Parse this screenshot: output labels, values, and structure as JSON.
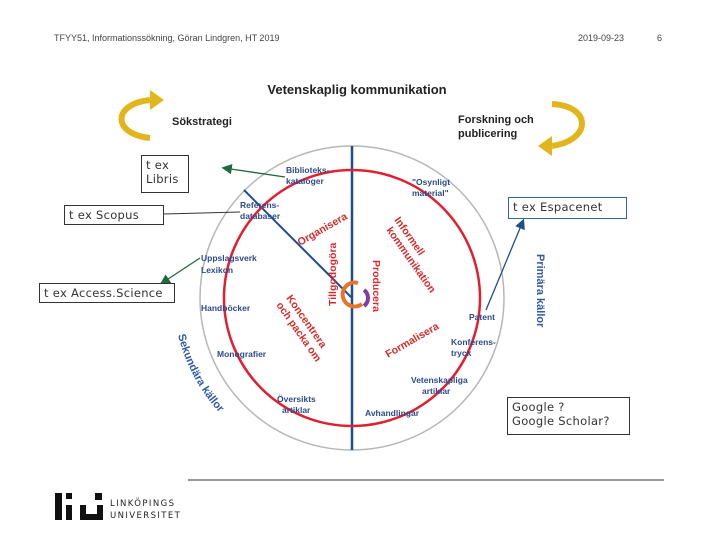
{
  "header": {
    "course": "TFYY51, Informationssökning, Göran Lindgren, HT 2019",
    "date": "2019-09-23",
    "page": "6"
  },
  "diagram": {
    "title": "Vetenskaplig kommunikation",
    "strategy_label": "Sökstrategi",
    "research_label_1": "Forskning och",
    "research_label_2": "publicering",
    "primary_sources": "Primära källor",
    "secondary_sources": "Sekundära källor",
    "process": {
      "tillgodogora": "Tillgodogöra",
      "producera": "Producera",
      "organisera": "Organisera",
      "informell_1": "Informell",
      "informell_2": "kommunikation",
      "koncentrera_1": "Koncentrera",
      "koncentrera_2": "och packa om",
      "formalisera": "Formalisera"
    },
    "items": {
      "bibliotekskataloger_1": "Biblioteks-",
      "bibliotekskataloger_2": "kataloger",
      "osynligt_1": "\"Osynligt",
      "osynligt_2": "material\"",
      "referensdatabaser_1": "Referens-",
      "referensdatabaser_2": "databaser",
      "uppslagsverk_1": "Uppslagsverk",
      "uppslagsverk_2": "Lexikon",
      "handbocker": "Handböcker",
      "patent": "Patent",
      "konferenstryck_1": "Konferens-",
      "konferenstryck_2": "tryck",
      "monografier": "Monografier",
      "oversikts_1": "Översikts",
      "oversikts_2": "artiklar",
      "vetenskapliga_1": "Vetenskapliga",
      "vetenskapliga_2": "artiklar",
      "avhandlingar": "Avhandlingar"
    },
    "colors": {
      "circle": "#e02030",
      "divider": "#1f4e8c",
      "process_text": "#d62b2b",
      "sources_text": "#2e5aa8",
      "items_text": "#2d4a8a",
      "arrow_gold": "#e3b51d",
      "arrow_green": "#1e6b3a",
      "arrow_blue": "#1e4f8c"
    }
  },
  "callouts": {
    "libris_1": "t ex",
    "libris_2": "Libris",
    "scopus": "t ex Scopus",
    "access_science": "t ex Access.Science",
    "espacenet": "t ex Espacenet",
    "google_1": "Google ?",
    "google_2": "Google Scholar?"
  },
  "logo": {
    "line1": "LINKÖPINGS",
    "line2": "UNIVERSITET"
  }
}
